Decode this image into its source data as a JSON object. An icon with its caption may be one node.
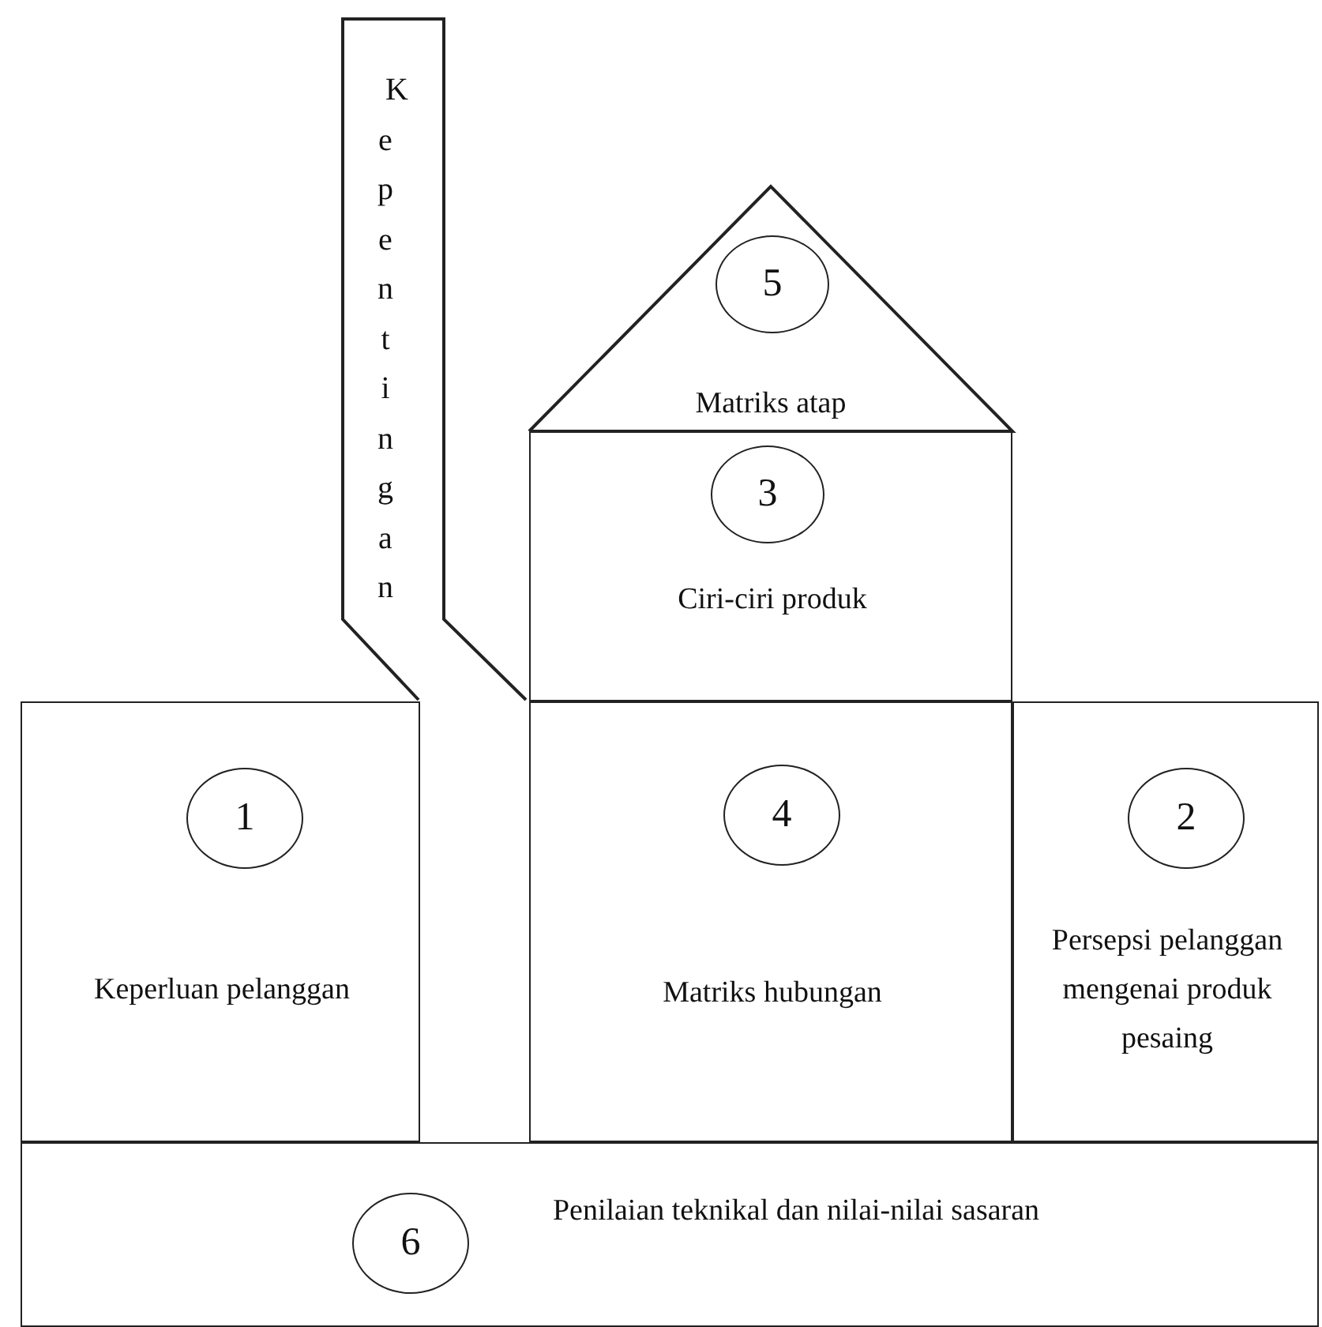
{
  "diagram": {
    "nodes": [
      {
        "text": [
          "Kepentingan"
        ]
      },
      {
        "text": [
          "Matriks atap"
        ]
      },
      {
        "text": [
          "5"
        ],
        "in": 1
      },
      {
        "text": [
          "Ciri-ciri produk"
        ]
      },
      {
        "text": [
          "3"
        ],
        "in": 3
      },
      {
        "text": [
          "Keperluan pelanggan"
        ]
      },
      {
        "text": [
          "1"
        ],
        "in": 5
      },
      {
        "text": [
          "Matriks hubungan"
        ]
      },
      {
        "text": [
          "4"
        ],
        "in": 7
      },
      {
        "text": [
          "Persepsi pelanggan mengenai produk pesaing"
        ]
      },
      {
        "text": [
          "2"
        ],
        "in": 9
      },
      {
        "text": [
          "Penilaian teknikal dan nilai-nilai sasaran"
        ]
      },
      {
        "text": [
          "6"
        ],
        "in": 11
      }
    ]
  }
}
